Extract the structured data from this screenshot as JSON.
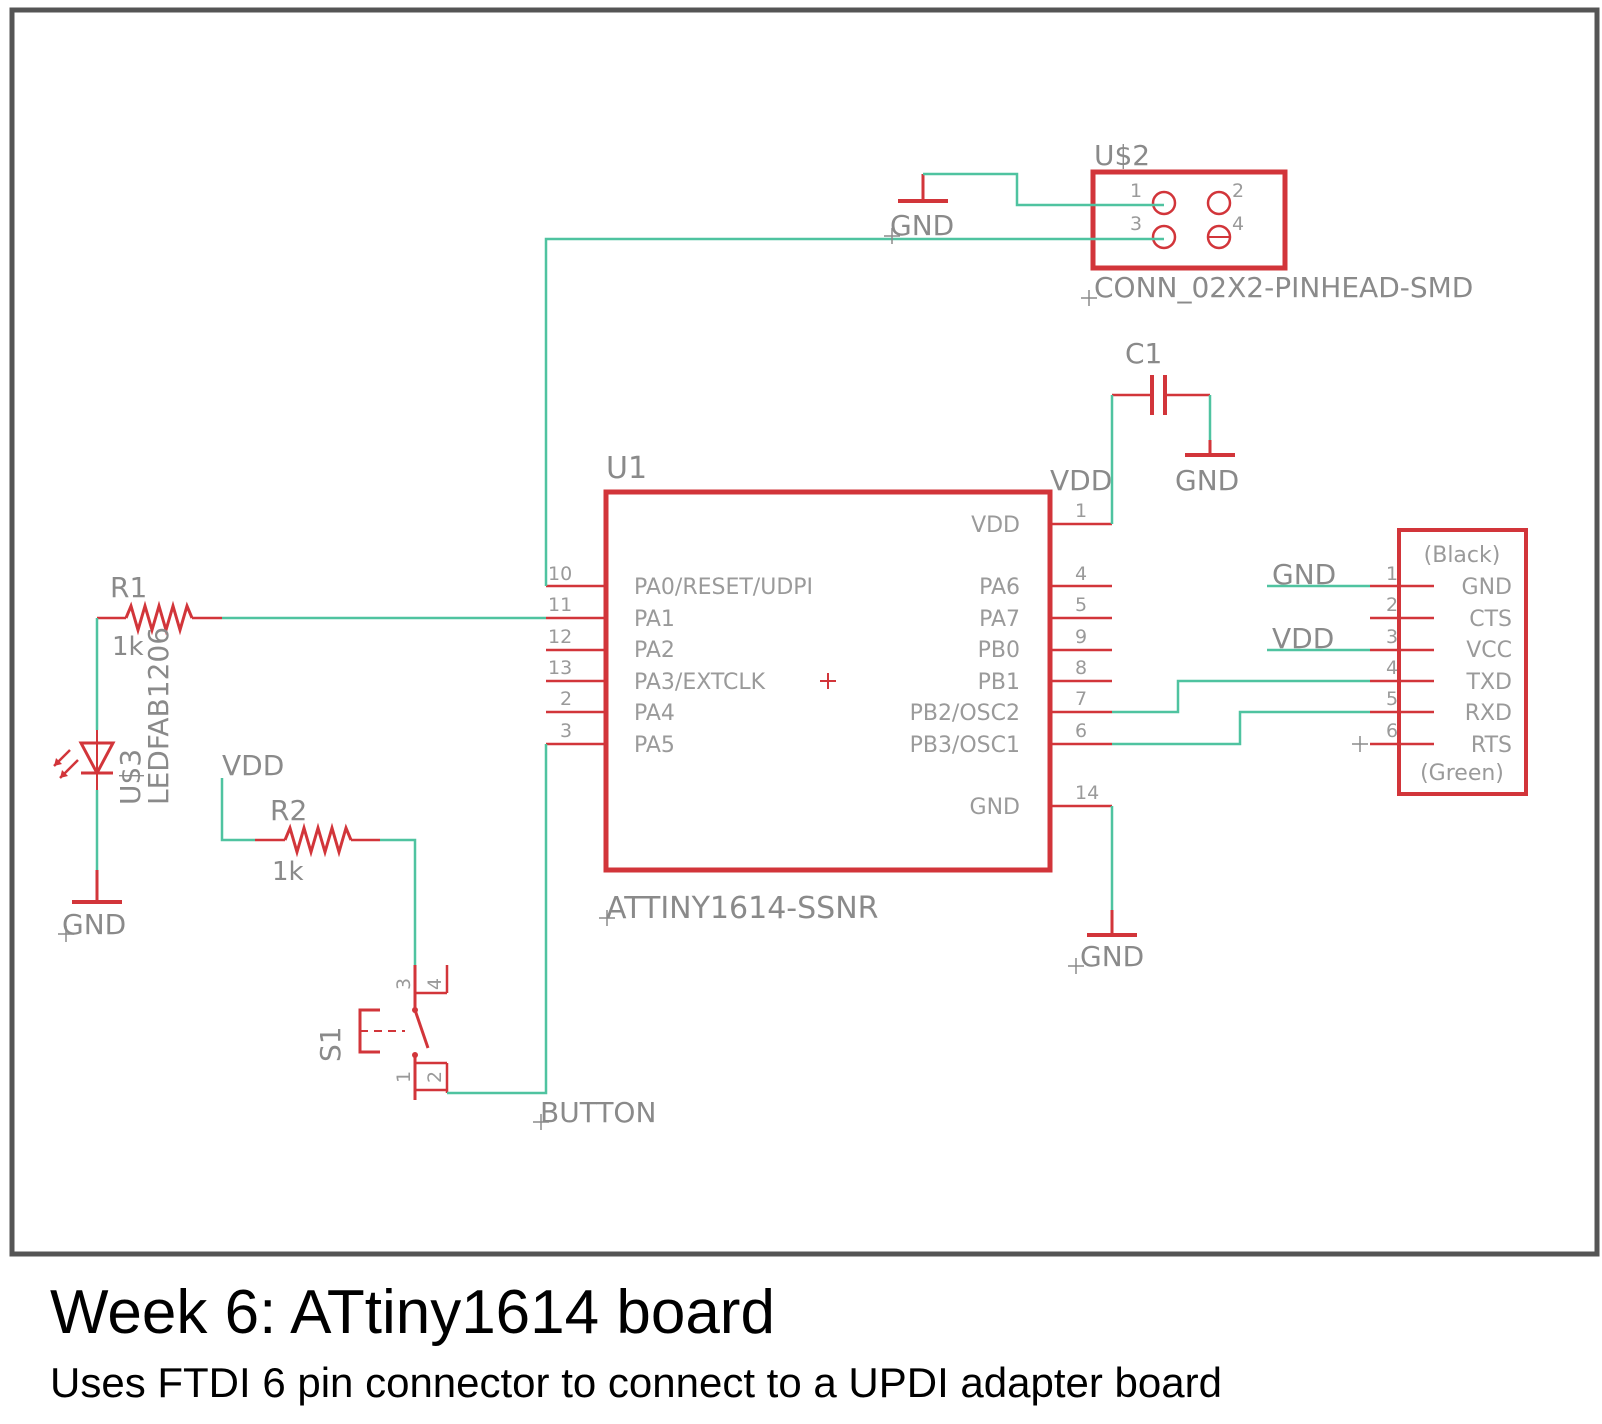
{
  "caption": {
    "title": "Week 6: ATtiny1614 board",
    "subtitle": "Uses FTDI 6 pin connector to connect to a UPDI adapter board"
  },
  "colors": {
    "frame": "#555555",
    "symbol": "#d2353a",
    "wire": "#4fc3a0",
    "text": "#8a8a8a"
  },
  "u1": {
    "ref": "U1",
    "part": "ATTINY1614-SSNR",
    "left_pins": [
      {
        "num": "10",
        "name": "PA0/RESET/UDPI"
      },
      {
        "num": "11",
        "name": "PA1"
      },
      {
        "num": "12",
        "name": "PA2"
      },
      {
        "num": "13",
        "name": "PA3/EXTCLK"
      },
      {
        "num": "2",
        "name": "PA4"
      },
      {
        "num": "3",
        "name": "PA5"
      }
    ],
    "right_pins": [
      {
        "num": "1",
        "name": "VDD"
      },
      {
        "num": "4",
        "name": "PA6"
      },
      {
        "num": "5",
        "name": "PA7"
      },
      {
        "num": "9",
        "name": "PB0"
      },
      {
        "num": "8",
        "name": "PB1"
      },
      {
        "num": "7",
        "name": "PB2/OSC2"
      },
      {
        "num": "6",
        "name": "PB3/OSC1"
      },
      {
        "num": "14",
        "name": "GND"
      }
    ]
  },
  "u2": {
    "ref": "U$2",
    "part": "CONN_02X2-PINHEAD-SMD",
    "pins": [
      "1",
      "2",
      "3",
      "4"
    ]
  },
  "c1": {
    "ref": "C1"
  },
  "r1": {
    "ref": "R1",
    "value": "1k"
  },
  "r2": {
    "ref": "R2",
    "value": "1k"
  },
  "led": {
    "ref": "U$3",
    "part": "LEDFAB1206"
  },
  "s1": {
    "ref": "S1",
    "pins": [
      "1",
      "2",
      "3",
      "4"
    ]
  },
  "ftdi": {
    "top_label": "(Black)",
    "bottom_label": "(Green)",
    "pins": [
      {
        "num": "1",
        "name": "GND"
      },
      {
        "num": "2",
        "name": "CTS"
      },
      {
        "num": "3",
        "name": "VCC"
      },
      {
        "num": "4",
        "name": "TXD"
      },
      {
        "num": "5",
        "name": "RXD"
      },
      {
        "num": "6",
        "name": "RTS"
      }
    ]
  },
  "nets": {
    "gnd": "GND",
    "vdd": "VDD",
    "button": "BUTTON"
  }
}
